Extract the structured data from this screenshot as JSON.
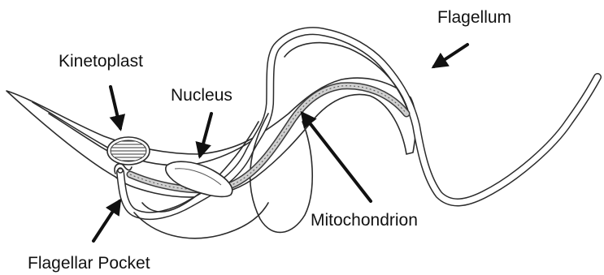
{
  "labels": {
    "kinetoplast": "Kinetoplast",
    "nucleus": "Nucleus",
    "flagellum": "Flagellum",
    "mitochondrion": "Mitochondrion",
    "flagellar_pocket": "Flagellar Pocket"
  },
  "colors": {
    "line": "#2b2b2b",
    "text": "#111111",
    "fill": "#ffffff",
    "organelle_shade": "#cfcfcf"
  }
}
